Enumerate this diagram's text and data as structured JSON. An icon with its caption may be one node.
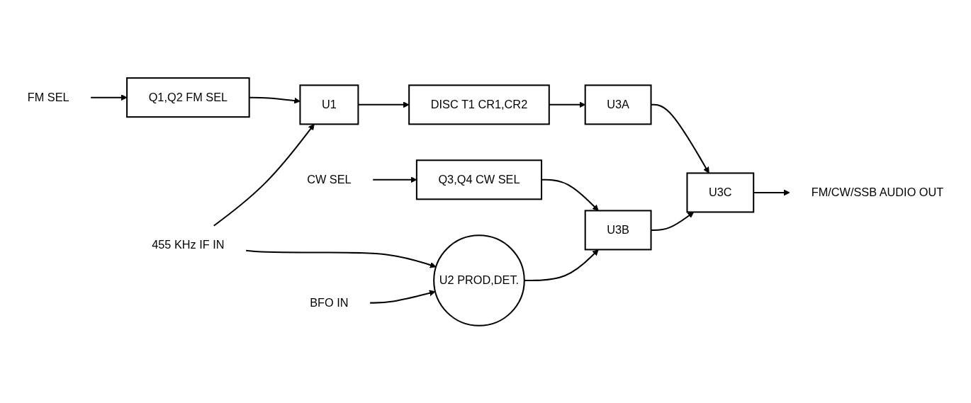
{
  "diagram": {
    "nodes": [
      {
        "text": [
          "CW SEL"
        ]
      },
      {
        "text": [
          "FM SEL"
        ]
      },
      {
        "text": [
          "Q1,Q2 FM SEL"
        ]
      },
      {
        "text": [
          "Q3,Q4 CW SEL"
        ]
      },
      {
        "text": [
          "455 KHz IF IN"
        ]
      },
      {
        "text": [
          "U1"
        ]
      },
      {
        "text": [
          "DISC T1 CR1,CR2"
        ]
      },
      {
        "text": [
          "U3A"
        ]
      },
      {
        "text": [
          "U3C"
        ]
      },
      {
        "text": [
          "FM/CW/SSB AUDIO OUT"
        ]
      },
      {
        "text": [
          "U2 PROD,DET."
        ]
      },
      {
        "text": [
          "U3B"
        ]
      },
      {
        "text": [
          "BFO IN"
        ]
      }
    ],
    "edges": [
      {
        "from": 0,
        "to": 3,
        "arrow": "to"
      },
      {
        "from": 1,
        "to": 2,
        "arrow": "to"
      },
      {
        "from": 2,
        "to": 5,
        "arrow": "to"
      },
      {
        "from": 4,
        "to": 5,
        "arrow": "to"
      },
      {
        "from": 4,
        "to": 10,
        "arrow": "to"
      },
      {
        "from": 5,
        "to": 6,
        "arrow": "to"
      },
      {
        "from": 6,
        "to": 7,
        "arrow": "to"
      },
      {
        "from": 3,
        "to": 11,
        "arrow": "to"
      },
      {
        "from": 10,
        "to": 11,
        "arrow": "to"
      },
      {
        "from": 7,
        "to": 8,
        "arrow": "to"
      },
      {
        "from": 11,
        "to": 8,
        "arrow": "to"
      },
      {
        "from": 8,
        "to": 9,
        "arrow": "to"
      },
      {
        "from": 12,
        "to": 10,
        "arrow": "to"
      }
    ]
  }
}
